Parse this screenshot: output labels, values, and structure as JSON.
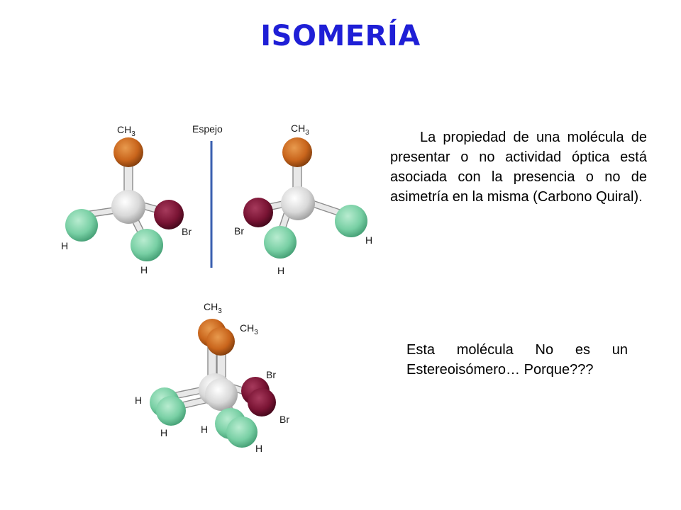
{
  "slide": {
    "title": "ISOMERÍA",
    "title_color": "#1f1fd6"
  },
  "diagram": {
    "mirror_label": "Espejo",
    "mirror_color": "#3a5fb0",
    "labels": {
      "methyl": "CH",
      "methyl_subscript": "3",
      "bromine": "Br",
      "hydrogen": "H"
    },
    "atom_colors": {
      "carbon": "#d8d8d8",
      "methyl": "#c9651c",
      "bromine": "#7a1434",
      "hydrogen": "#78cfa4"
    }
  },
  "text": {
    "paragraph_1": "La propiedad de una molécula de presentar o no actividad óptica está asociada con la presencia o no de  asimetría en la misma (Carbono Quiral).",
    "paragraph_2": "Esta molécula No es un Estereoisómero… Porque???"
  }
}
